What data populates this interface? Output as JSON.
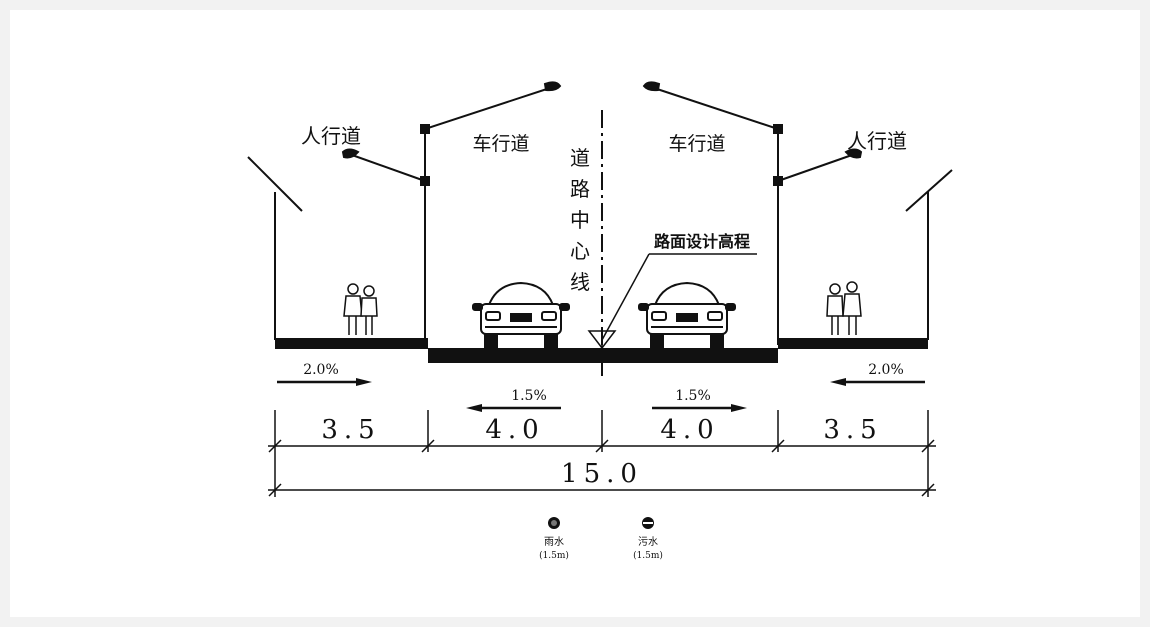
{
  "labels": {
    "sidewalk_left": "人行道",
    "sidewalk_right": "人行道",
    "carriageway_left": "车行道",
    "carriageway_right": "车行道",
    "centerline": [
      "道",
      "路",
      "中",
      "心",
      "线"
    ],
    "design_elevation": "路面设计高程"
  },
  "slopes": {
    "sidewalk_left": "2.0%",
    "lane_left": "1.5%",
    "lane_right": "1.5%",
    "sidewalk_right": "2.0%"
  },
  "dimensions": {
    "segments": [
      "3.5",
      "4.0",
      "4.0",
      "3.5"
    ],
    "total": "15.0"
  },
  "pipes": [
    {
      "name": "雨水",
      "size": "(1.5m)",
      "icon": "rain-pipe-icon"
    },
    {
      "name": "污水",
      "size": "(1.5m)",
      "icon": "sewage-pipe-icon"
    }
  ]
}
